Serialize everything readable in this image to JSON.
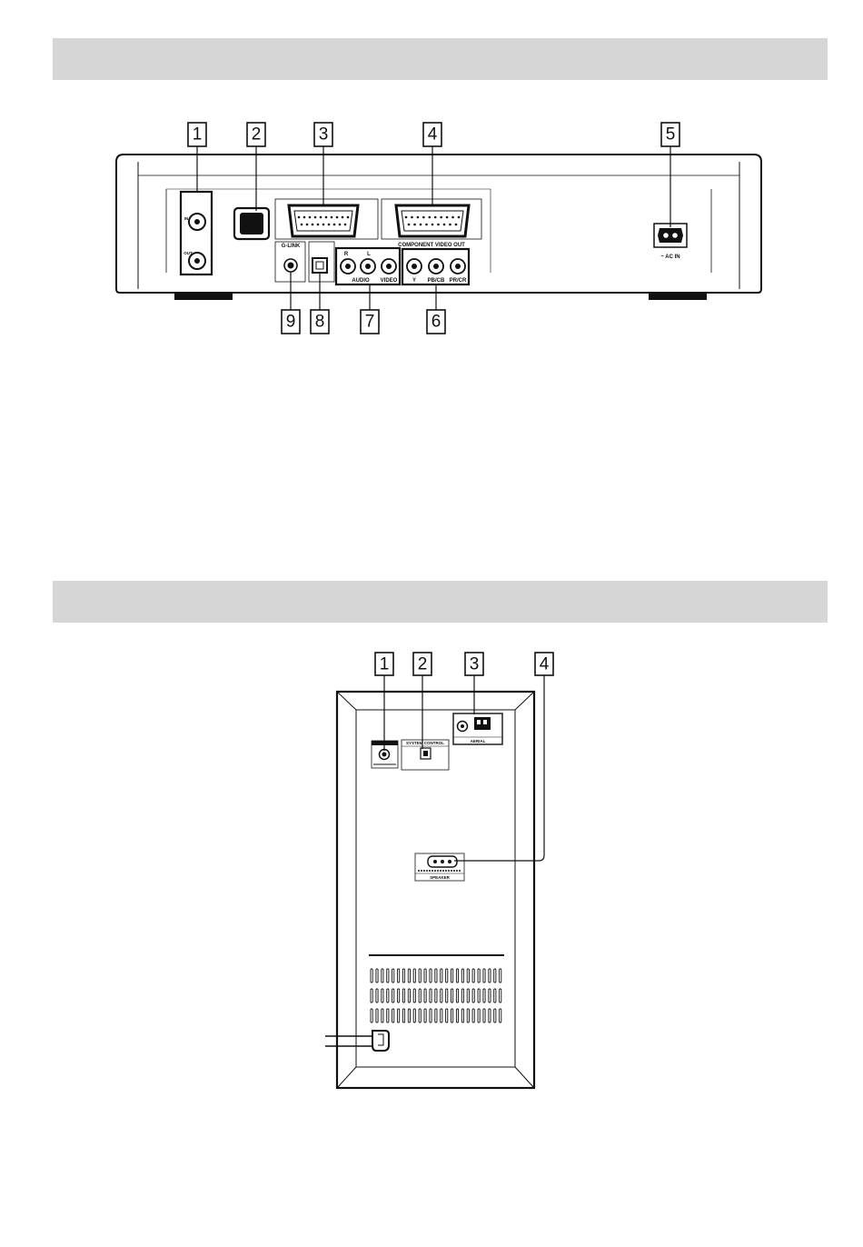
{
  "top_diagram": {
    "callouts": [
      "1",
      "2",
      "3",
      "4",
      "5",
      "6",
      "7",
      "8",
      "9"
    ],
    "labels": {
      "in": "IN",
      "out": "OUT",
      "g_link": "G-LINK",
      "audio_r": "R",
      "audio_l": "L",
      "audio": "AUDIO",
      "video": "VIDEO",
      "component_video_out": "COMPONENT VIDEO OUT",
      "y": "Y",
      "pb_cb": "PB/CB",
      "pr_cr": "PR/CR",
      "ac_in": "~ AC IN"
    }
  },
  "bottom_diagram": {
    "callouts": [
      "1",
      "2",
      "3",
      "4"
    ],
    "labels": {
      "system_control": "SYSTEM CONTROL",
      "aerial": "AERIAL",
      "speaker": "SPEAKER"
    }
  }
}
